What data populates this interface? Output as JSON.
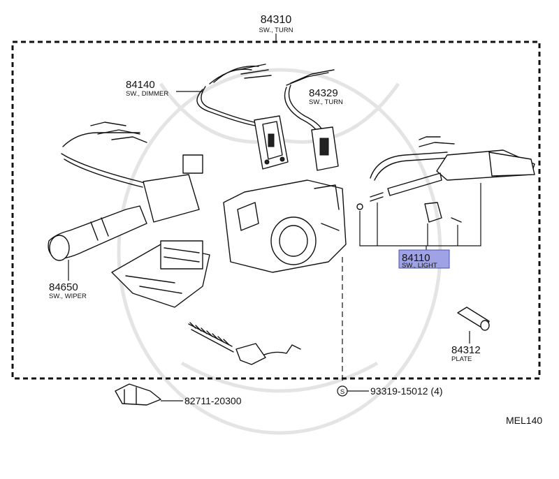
{
  "parts": {
    "assembly": {
      "number": "84310",
      "name": "SW., TURN"
    },
    "dimmer": {
      "number": "84140",
      "name": "SW., DIMMER"
    },
    "turn": {
      "number": "84329",
      "name": "SW., TURN"
    },
    "wiper": {
      "number": "84650",
      "name": "SW., WIPER"
    },
    "light": {
      "number": "84110",
      "name": "SW., LIGHT"
    },
    "plate": {
      "number": "84312",
      "name": "PLATE"
    },
    "clip": {
      "number": "82711-20300"
    },
    "screw": {
      "symbol": "S",
      "number": "93319-15012 (4)"
    }
  },
  "diagram_code": "MEL140",
  "colors": {
    "highlight": "#9fa3e6"
  }
}
